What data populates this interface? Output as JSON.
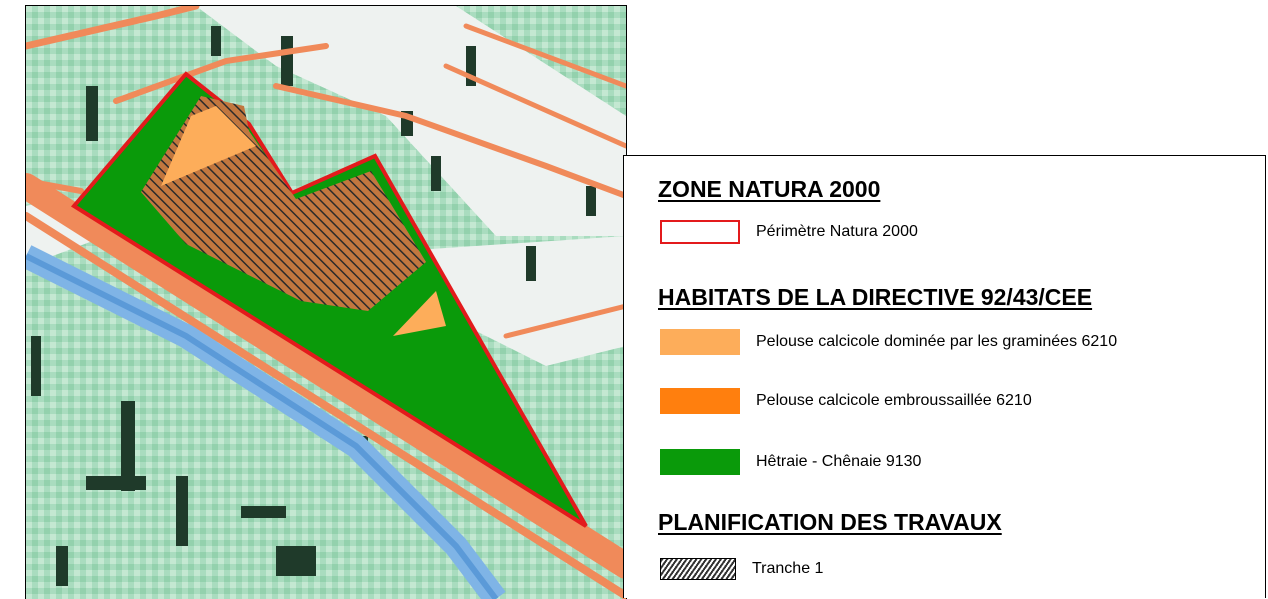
{
  "map": {
    "colors": {
      "natura_perimeter": "#e31a1c",
      "pelouse_graminees": "#fdad5a",
      "pelouse_embroussaillee": "#ff7f0e",
      "hetraie_chenaie": "#0a9a0a",
      "hatch": "#2b2b2b",
      "road": "#f08a5a",
      "river": "#7fb4e6",
      "forest_base": "#a9dcbf"
    }
  },
  "legend": {
    "zone": {
      "title": "ZONE NATURA 2000",
      "items": [
        {
          "label": "Périmètre Natura 2000",
          "swatch": "outline",
          "color": "#e31a1c"
        }
      ]
    },
    "habitats": {
      "title": "HABITATS DE LA DIRECTIVE 92/43/CEE",
      "items": [
        {
          "label": "Pelouse calcicole dominée par les graminées 6210",
          "swatch": "fill",
          "color": "#fdad5a"
        },
        {
          "label": "Pelouse calcicole embroussaillée 6210",
          "swatch": "fill",
          "color": "#ff7f0e"
        },
        {
          "label": "Hêtraie - Chênaie 9130",
          "swatch": "fill",
          "color": "#0a9a0a"
        }
      ]
    },
    "works": {
      "title": "PLANIFICATION DES TRAVAUX",
      "items": [
        {
          "label": "Tranche 1",
          "swatch": "hatch",
          "color": "#2b2b2b"
        }
      ]
    }
  }
}
